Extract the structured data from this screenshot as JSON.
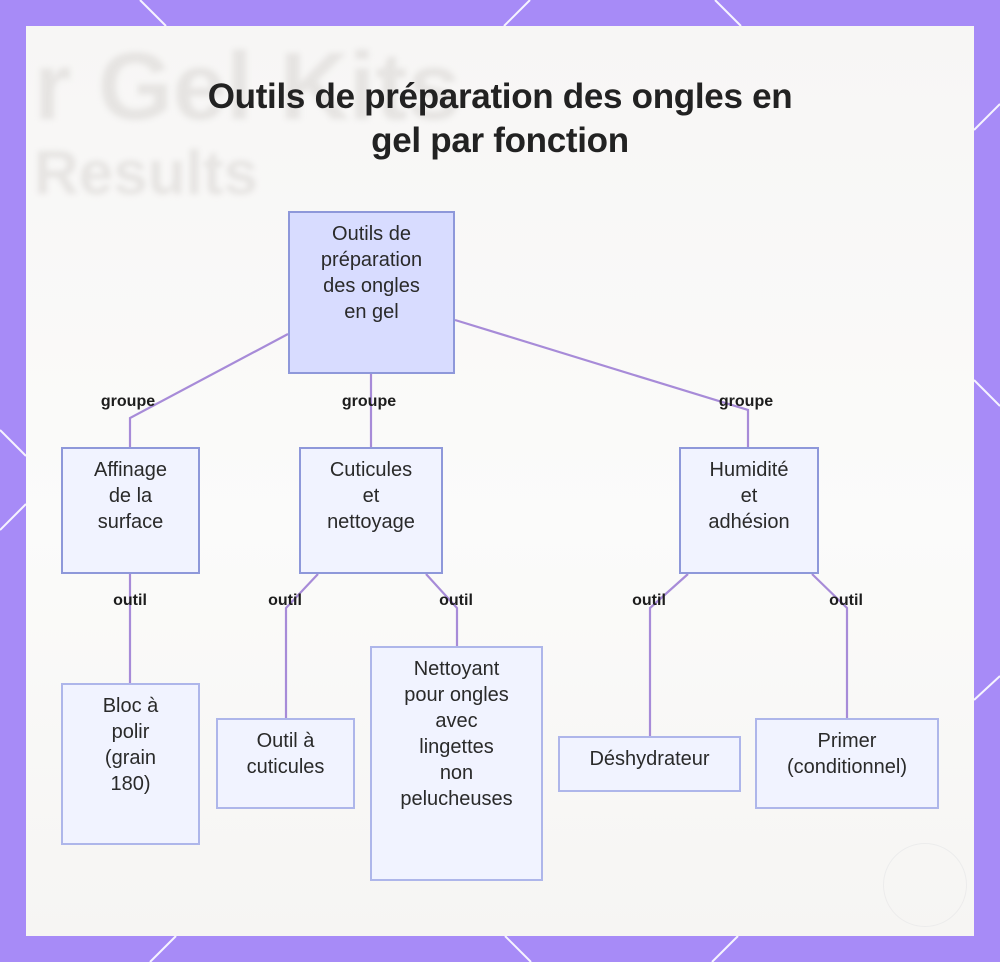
{
  "diagram": {
    "title_line1": "Outils de préparation des ongles en",
    "title_line2": "gel par fonction",
    "background_text": {
      "line1": "r Gel Kits",
      "line2": "Results"
    },
    "root": {
      "lines": [
        "Outils de",
        "préparation",
        "des ongles",
        "en gel"
      ]
    },
    "groups": [
      {
        "id": "surface",
        "edge_label": "groupe",
        "lines": [
          "Affinage",
          "de la",
          "surface"
        ]
      },
      {
        "id": "cuticles",
        "edge_label": "groupe",
        "lines": [
          "Cuticules",
          "et",
          "nettoyage"
        ]
      },
      {
        "id": "moisture",
        "edge_label": "groupe",
        "lines": [
          "Humidité",
          "et",
          "adhésion"
        ]
      }
    ],
    "tools": [
      {
        "id": "buffer",
        "edge_label": "outil",
        "lines": [
          "Bloc à",
          "polir",
          "(grain",
          "180)"
        ]
      },
      {
        "id": "cuticle-tool",
        "edge_label": "outil",
        "lines": [
          "Outil à",
          "cuticules"
        ]
      },
      {
        "id": "cleanser",
        "edge_label": "outil",
        "lines": [
          "Nettoyant",
          "pour ongles",
          "avec",
          "lingettes",
          "non",
          "pelucheuses"
        ]
      },
      {
        "id": "dehydrator",
        "edge_label": "outil",
        "lines": [
          "Déshydrateur"
        ]
      },
      {
        "id": "primer",
        "edge_label": "outil",
        "lines": [
          "Primer",
          "(conditionnel)"
        ]
      }
    ],
    "colors": {
      "frame": "#a78bf7",
      "edge": "#a78bd8",
      "node_fill": "#f1f3ff",
      "root_fill": "#d8dcff",
      "node_border": "#aeb6ea"
    }
  }
}
